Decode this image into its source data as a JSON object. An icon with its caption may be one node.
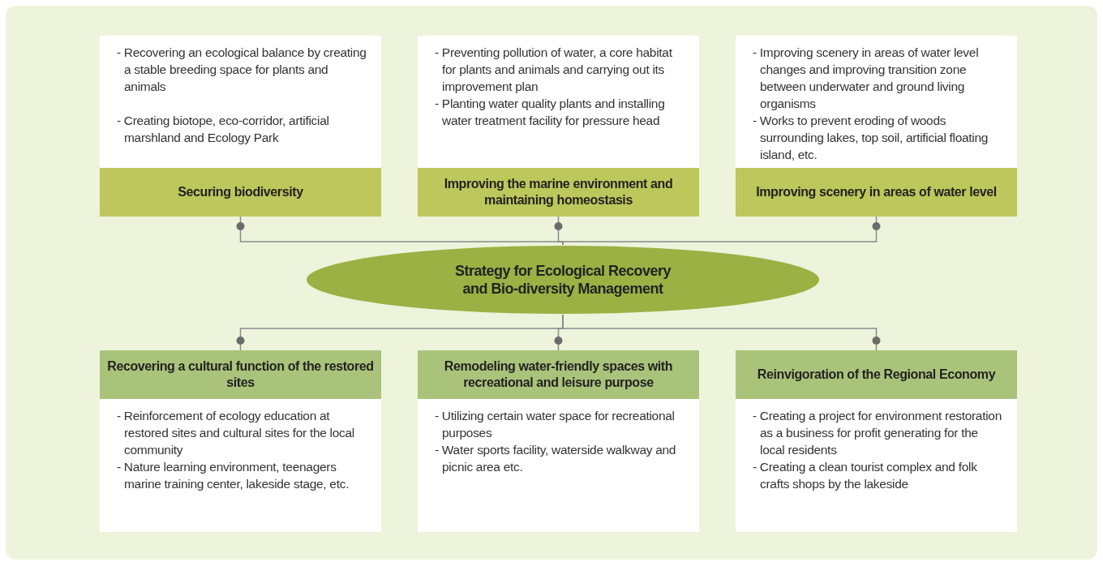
{
  "diagram": {
    "nodes": [
      {
        "text": [
          "- Recovering an ecological balance by creating a stable breeding space for plants and animals",
          "- Creating biotope, eco-corridor, artificial marshland and Ecology Park"
        ]
      },
      {
        "text": [
          "- Preventing pollution of water, a core habitat for plants and animals and carrying out its improvement plan",
          "- Planting water quality plants and installing water treatment facility for pressure head"
        ]
      },
      {
        "text": [
          "- Improving scenery in areas of water level changes and improving transition zone between underwater and ground living organisms",
          "- Works to prevent eroding of woods surrounding lakes, top soil, artificial floating island, etc."
        ]
      },
      {
        "text": [
          "Securing biodiversity"
        ]
      },
      {
        "text": [
          "Improving the marine environment and maintaining homeostasis"
        ]
      },
      {
        "text": [
          "Improving scenery in areas of water level"
        ]
      },
      {
        "text": [
          "Strategy for Ecological Recovery and Bio-diversity Management"
        ]
      },
      {
        "text": [
          "Recovering a cultural function of the restored sites"
        ]
      },
      {
        "text": [
          "Remodeling water-friendly spaces with recreational and leisure purpose"
        ]
      },
      {
        "text": [
          "Reinvigoration of the Regional Economy"
        ]
      },
      {
        "text": [
          "- Reinforcement of ecology education at restored sites and cultural sites for the local community",
          "- Nature learning environment, teenagers marine training center, lakeside stage, etc."
        ]
      },
      {
        "text": [
          "- Utilizing certain water space for recreational purposes",
          "- Water sports facility, waterside walkway and picnic area etc."
        ]
      },
      {
        "text": [
          "- Creating a project for environment restoration as a business for profit generating for the local residents",
          "- Creating a clean tourist complex and folk crafts shops by the lakeside"
        ]
      }
    ],
    "edges": [
      {
        "from": 6,
        "to": 3,
        "arrow": "other"
      },
      {
        "from": 6,
        "to": 4,
        "arrow": "other"
      },
      {
        "from": 6,
        "to": 5,
        "arrow": "other"
      },
      {
        "from": 6,
        "to": 7,
        "arrow": "other"
      },
      {
        "from": 6,
        "to": 8,
        "arrow": "other"
      },
      {
        "from": 6,
        "to": 9,
        "arrow": "other"
      }
    ]
  }
}
